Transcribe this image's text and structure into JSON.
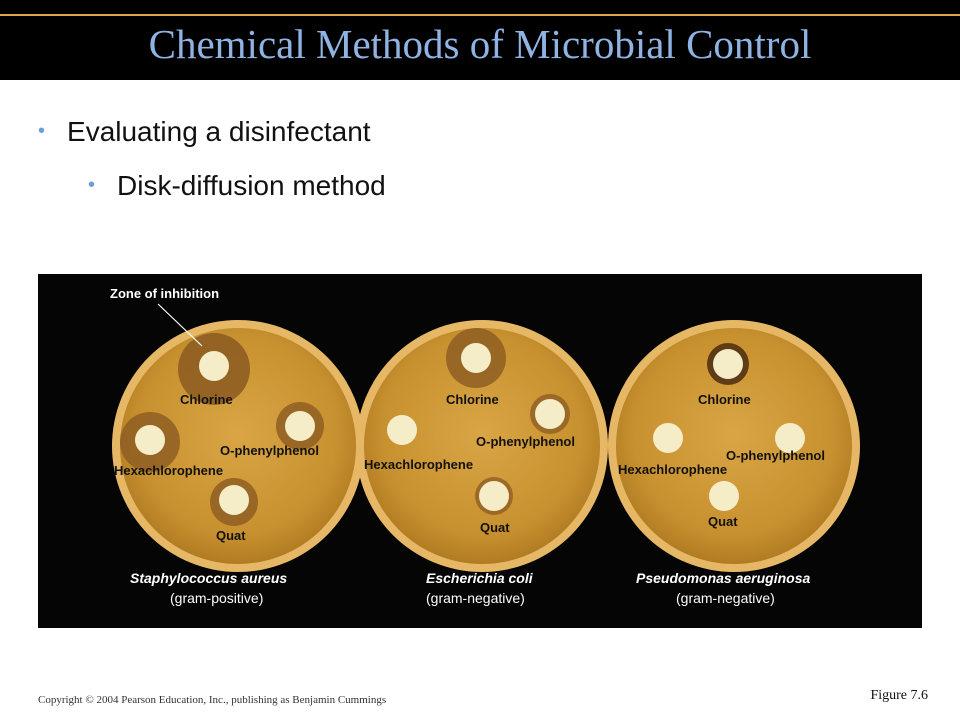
{
  "slide": {
    "title": "Chemical Methods of Microbial Control",
    "bullets": [
      "Evaluating a disinfectant",
      "Disk-diffusion method"
    ]
  },
  "figure": {
    "callout": "Zone of inhibition",
    "plates": [
      {
        "organism": "Staphylococcus aureus",
        "gram": "(gram-positive)",
        "disks": {
          "chlorine": "Chlorine",
          "phenylphenol": "O-phenylphenol",
          "hexachlorophene": "Hexachlorophene",
          "quat": "Quat"
        }
      },
      {
        "organism": "Escherichia coli",
        "gram": "(gram-negative)",
        "disks": {
          "chlorine": "Chlorine",
          "phenylphenol": "O-phenylphenol",
          "hexachlorophene": "Hexachlorophene",
          "quat": "Quat"
        }
      },
      {
        "organism": "Pseudomonas aeruginosa",
        "gram": "(gram-negative)",
        "disks": {
          "chlorine": "Chlorine",
          "phenylphenol": "O-phenylphenol",
          "hexachlorophene": "Hexachlorophene",
          "quat": "Quat"
        }
      }
    ]
  },
  "footer": {
    "copyright": "Copyright © 2004 Pearson Education, Inc., publishing as Benjamin Cummings",
    "figure_ref": "Figure 7.6"
  },
  "colors": {
    "title_text": "#8fb4e3",
    "bullet_dot": "#6a9fd8",
    "agar": "#c8912f",
    "zone": "#8b5a22"
  }
}
